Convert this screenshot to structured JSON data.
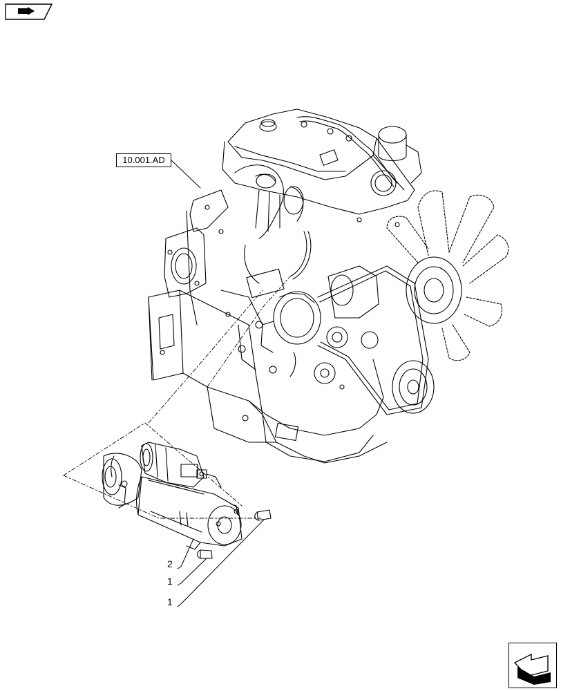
{
  "reference_box": {
    "label": "10.001.AD"
  },
  "callouts": [
    {
      "label": "2"
    },
    {
      "label": "1"
    },
    {
      "label": "1"
    }
  ],
  "navigation": {
    "top_icon": "previous-page-icon",
    "bottom_icon": "next-page-icon"
  }
}
